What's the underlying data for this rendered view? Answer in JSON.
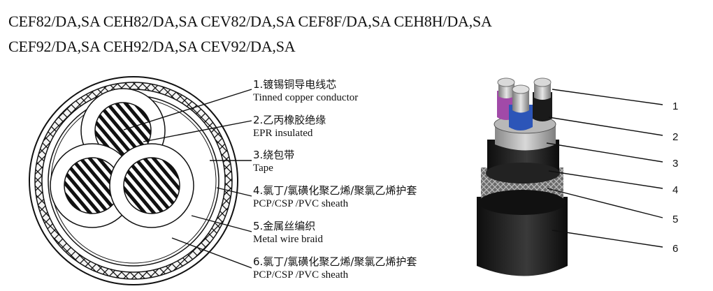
{
  "title": {
    "line1": "CEF82/DA,SA CEH82/DA,SA CEV82/DA,SA  CEF8F/DA,SA CEH8H/DA,SA",
    "line2": "CEF92/DA,SA CEH92/DA,SA CEV92/DA,SA"
  },
  "layers": [
    {
      "zh": "1.镀锡铜导电线芯",
      "en": "Tinned copper conductor"
    },
    {
      "zh": "2.乙丙橡胶绝缘",
      "en": "EPR insulated"
    },
    {
      "zh": "3.绕包带",
      "en": "Tape"
    },
    {
      "zh": "4.氯丁/氯磺化聚乙烯/聚氯乙烯护套",
      "en": "PCP/CSP /PVC sheath"
    },
    {
      "zh": "5.金属丝编织",
      "en": "Metal wire braid"
    },
    {
      "zh": "6.氯丁/氯磺化聚乙烯/聚氯乙烯护套",
      "en": "PCP/CSP /PVC sheath"
    }
  ],
  "callout_numbers": [
    "1",
    "2",
    "3",
    "4",
    "5",
    "6"
  ]
}
